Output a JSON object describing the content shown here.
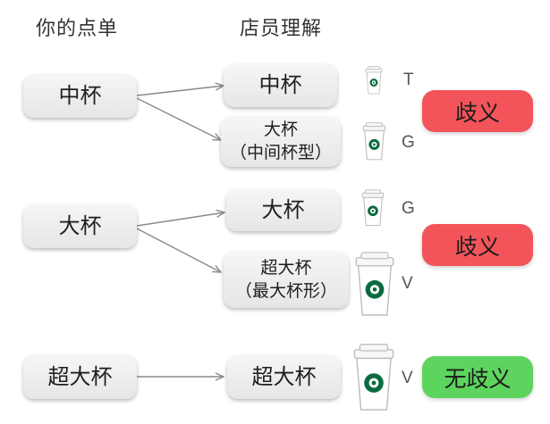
{
  "headers": {
    "order": "你的点单",
    "understanding": "店员理解"
  },
  "rows": [
    {
      "order": "中杯",
      "results": [
        {
          "line1": "中杯",
          "line2": "",
          "size_letter": "T"
        },
        {
          "line1": "大杯",
          "line2": "（中间杯型）",
          "size_letter": "G"
        }
      ],
      "verdict": "歧义"
    },
    {
      "order": "大杯",
      "results": [
        {
          "line1": "大杯",
          "line2": "",
          "size_letter": "G"
        },
        {
          "line1": "超大杯",
          "line2": "（最大杯形）",
          "size_letter": "V"
        }
      ],
      "verdict": "歧义"
    },
    {
      "order": "超大杯",
      "results": [
        {
          "line1": "超大杯",
          "line2": "",
          "size_letter": "V"
        }
      ],
      "verdict": "无歧义"
    }
  ],
  "colors": {
    "ambiguous": "#f2545a",
    "unambiguous": "#5dd45e",
    "pill": "#ececec",
    "arrow": "#8a8a8a"
  },
  "icons": {
    "cup": "starbucks-cup-icon"
  }
}
